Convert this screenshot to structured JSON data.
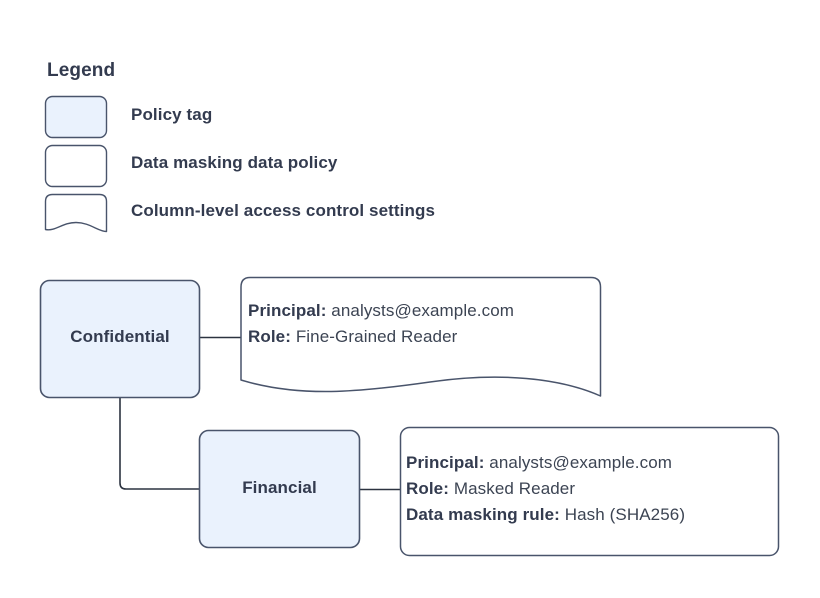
{
  "colors": {
    "node_fill": "#eaf2fd",
    "note_fill": "#ffffff",
    "stroke": "#49546b",
    "text_bold": "#333b4f",
    "text_regular": "#3c4453",
    "background": "#ffffff"
  },
  "legend": {
    "title": "Legend",
    "items": [
      {
        "label": "Policy tag",
        "shape": "rounded-rect",
        "fill": "#eaf2fd"
      },
      {
        "label": "Data masking data policy",
        "shape": "rounded-rect",
        "fill": "#ffffff"
      },
      {
        "label": "Column-level access control settings",
        "shape": "wavy-bottom-note",
        "fill": "#ffffff"
      }
    ]
  },
  "diagram": {
    "nodes": [
      {
        "id": "confidential",
        "label": "Confidential",
        "type": "policy-tag"
      },
      {
        "id": "financial",
        "label": "Financial",
        "type": "policy-tag"
      }
    ],
    "callouts": [
      {
        "id": "confidential-access",
        "shape": "wavy-bottom-note",
        "lines": [
          {
            "label": "Principal:",
            "value": "analysts@example.com"
          },
          {
            "label": "Role:",
            "value": "Fine-Grained Reader"
          }
        ]
      },
      {
        "id": "financial-masking",
        "shape": "rounded-rect",
        "lines": [
          {
            "label": "Principal:",
            "value": "analysts@example.com"
          },
          {
            "label": "Role:",
            "value": "Masked Reader"
          },
          {
            "label": "Data masking rule:",
            "value": "Hash (SHA256)"
          }
        ]
      }
    ],
    "connectors": [
      {
        "from": "confidential",
        "to": "confidential-access",
        "style": "straight"
      },
      {
        "from": "confidential",
        "to": "financial",
        "style": "elbow"
      },
      {
        "from": "financial",
        "to": "financial-masking",
        "style": "straight"
      }
    ]
  }
}
